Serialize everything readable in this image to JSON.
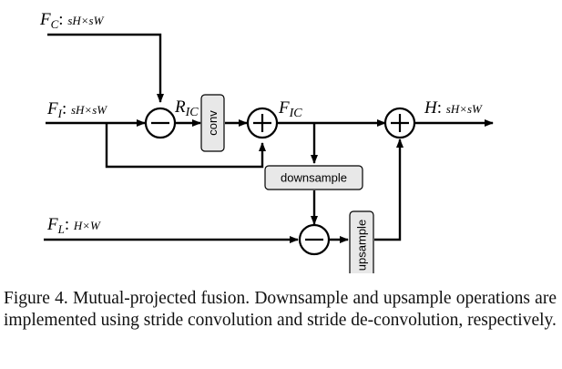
{
  "labels": {
    "fc_var": "F",
    "fc_sub": "C",
    "fc_dim": "sH×sW",
    "fi_var": "F",
    "fi_sub": "I",
    "fi_dim": "sH×sW",
    "fl_var": "F",
    "fl_sub": "L",
    "fl_dim": "H×W",
    "ric_var": "R",
    "ric_sub": "IC",
    "fic_var": "F",
    "fic_sub": "IC",
    "h_var": "H",
    "h_dim": "sH×sW"
  },
  "blocks": {
    "conv": "conv",
    "downsample": "downsample",
    "upsample": "upsample"
  },
  "caption": "Figure 4. Mutual-projected fusion.  Downsample and upsample operations are implemented using stride convolution and stride de-convolution, respectively."
}
